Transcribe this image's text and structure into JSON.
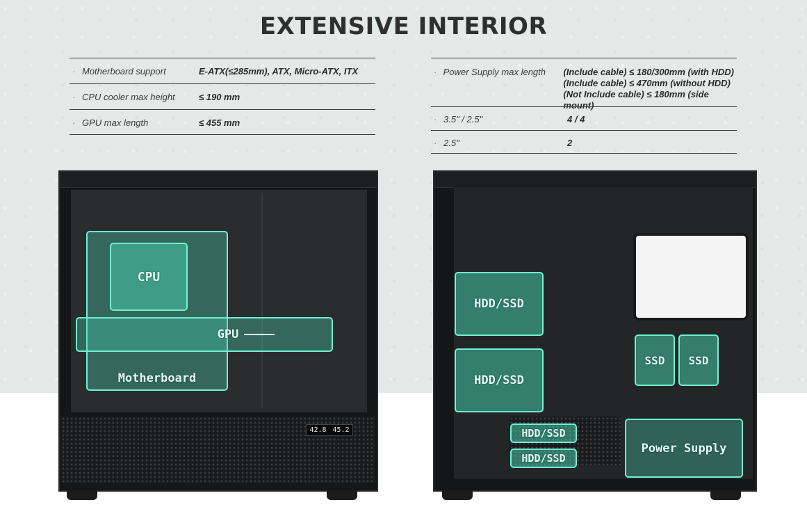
{
  "title": "EXTENSIVE INTERIOR",
  "specs_left": [
    {
      "label": "Motherboard support",
      "value": [
        "E-ATX(≤285mm), ATX, Micro-ATX, ITX"
      ]
    },
    {
      "label": "CPU cooler max height",
      "value": [
        "≤ 190 mm"
      ]
    },
    {
      "label": "GPU max length",
      "value": [
        "≤ 455 mm"
      ]
    }
  ],
  "specs_right": [
    {
      "label": "Power Supply max length",
      "value": [
        "(Include cable) ≤ 180/300mm (with HDD)",
        "(Include cable) ≤ 470mm (without HDD)",
        "(Not Include cable) ≤ 180mm (side mount)"
      ]
    },
    {
      "label": "3.5\" / 2.5\"",
      "value": [
        "4 / 4"
      ]
    },
    {
      "label": "2.5\"",
      "value": [
        "2"
      ]
    }
  ],
  "left_case": {
    "display": {
      "left": "42.8",
      "right": "45.2"
    },
    "zones": {
      "cpu": "CPU",
      "gpu": "GPU",
      "motherboard": "Motherboard"
    }
  },
  "right_case": {
    "zones": {
      "hdd_ssd_1": "HDD/SSD",
      "hdd_ssd_2": "HDD/SSD",
      "hdd_ssd_3": "HDD/SSD",
      "hdd_ssd_4": "HDD/SSD",
      "ssd_1": "SSD",
      "ssd_2": "SSD",
      "power_supply": "Power Supply"
    }
  },
  "colors": {
    "overlay": "#6ff2d2",
    "title": "#2f2f2f"
  }
}
